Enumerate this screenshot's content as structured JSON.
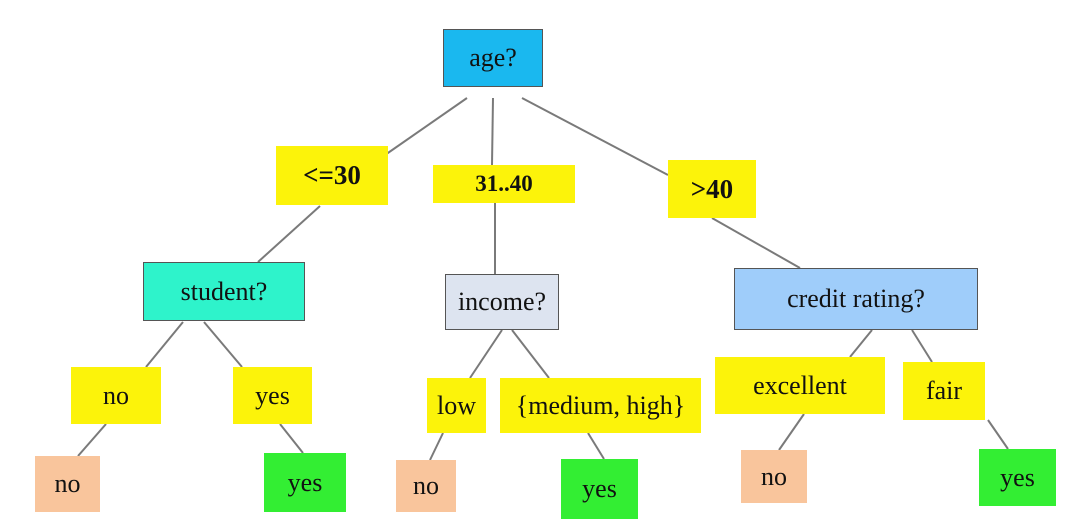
{
  "nodes": {
    "age": {
      "text": "age?",
      "color": "#1ab8ef"
    },
    "student": {
      "text": "student?",
      "color": "#2ef3cb"
    },
    "income": {
      "text": "income?",
      "color": "#dde4f0"
    },
    "credit": {
      "text": "credit rating?",
      "color": "#9fcdfa"
    }
  },
  "branches": {
    "le30": "<=30",
    "b31_40": "31..40",
    "gt40": ">40",
    "student_no": "no",
    "student_yes": "yes",
    "income_low": "low",
    "income_medhigh": "{medium, high}",
    "credit_excellent": "excellent",
    "credit_fair": "fair"
  },
  "leaves": {
    "leaf1": {
      "text": "no",
      "color": "#f9c59c"
    },
    "leaf2": {
      "text": "yes",
      "color": "#33ee33"
    },
    "leaf3": {
      "text": "no",
      "color": "#f9c59c"
    },
    "leaf4": {
      "text": "yes",
      "color": "#33ee33"
    },
    "leaf5": {
      "text": "no",
      "color": "#f9c59c"
    },
    "leaf6": {
      "text": "yes",
      "color": "#33ee33"
    }
  },
  "colors": {
    "branch_label": "#fcf30a",
    "edge": "#7a7a7a"
  }
}
